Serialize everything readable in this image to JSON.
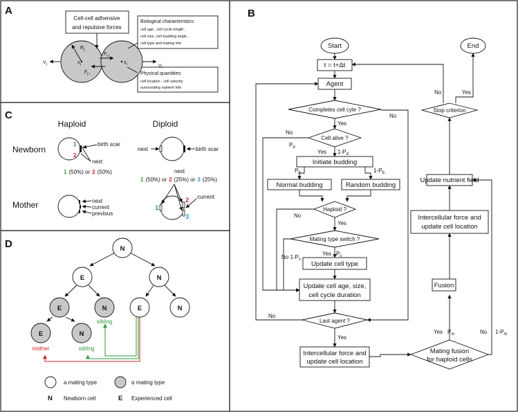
{
  "panels": {
    "a": {
      "letter": "A",
      "forces": [
        "Cell-cell adhensive",
        "and repulsive forces"
      ],
      "bio_title": "Biological characteristics:",
      "bio_lines": [
        "cell age , cell cycle length ,",
        "cell size, cell budding angle ,",
        "cell type and mating info"
      ],
      "phys_title": "Physical quantities:",
      "phys_lines": [
        "cell location , cell velocity",
        "surrounding nutrient info"
      ],
      "sym_vi": "V",
      "sym_vi_sub": "i",
      "sym_vj": "V",
      "sym_vj_sub": "j",
      "sym_rj": "R",
      "sym_rj_sub": "j",
      "sym_xj": "x",
      "sym_xj_sub": "j",
      "sym_xi": "x",
      "sym_xi_sub": "i",
      "sym_fij": "F",
      "sym_fij_sub": "i j",
      "sym_fji": "F",
      "sym_fji_sub": "j i"
    },
    "b": {
      "letter": "B",
      "start": "Start",
      "end": "End",
      "t_update": "t = t+Δt",
      "agent": "Agent",
      "completes": "Completes cell cyle ?",
      "alive": "Cell alive ?",
      "initiate": "Initiate budding",
      "normal": "Normal budding",
      "random": "Random budding",
      "haploid": "Haploid ?",
      "mating_switch": "Mating type switch ?",
      "update_type": "Update cell type",
      "update_age": [
        "Update cell age, size,",
        "cell cycle duration"
      ],
      "last": "Last  agent ?",
      "inter_bottom": [
        "Intercellular force and",
        "update cell location"
      ],
      "mating_fusion": [
        "Mating fusion",
        "for haploid cells"
      ],
      "fusion": "Fusion",
      "inter_right": [
        "Intercellular force and",
        "update cell location"
      ],
      "nutrient": "Update nutrient field",
      "stop": "Stop criterion",
      "yes": "Yes",
      "no": "No",
      "pd": "P",
      "pd_sub": "d",
      "one_minus_pd": "1-P",
      "one_minus_pd_sub": "d",
      "pb": "P",
      "pb_sub": "b",
      "one_minus_pb": "1-P",
      "one_minus_pb_sub": "b",
      "ps": "P",
      "ps_sub": "s",
      "no_one_minus_ps": "No 1-P",
      "no_one_minus_ps_sub": "s",
      "pm": "P",
      "pm_sub": "m",
      "one_minus_pm": "1-P",
      "one_minus_pm_sub": "m"
    },
    "c": {
      "letter": "C",
      "haploid": "Haploid",
      "diploid": "Diploid",
      "newborn": "Newborn",
      "mother": "Mother",
      "birth_scar": "birth scar",
      "next_hap": "next",
      "next_dip": "next",
      "n1": "1",
      "n2": "2",
      "n3": "3",
      "p50": "(50%) or",
      "p50b": "(50%)",
      "p25": "(25%) or",
      "p25b": "(25%)",
      "next_m": "next",
      "current_m": "current",
      "previous_m": "previous",
      "current_d": "current"
    },
    "d": {
      "letter": "D",
      "N": "N",
      "E": "E",
      "mother": "mother",
      "sibling": "sibling",
      "legend_a": "a mating type",
      "legend_alpha": "α mating type",
      "legend_n": "Newborn cell",
      "legend_e": "Experienced cell"
    }
  },
  "colors": {
    "gray": "#c8c8c8",
    "green": "#2e9a3a",
    "red": "#d12626",
    "blue": "#1e9fd8"
  }
}
